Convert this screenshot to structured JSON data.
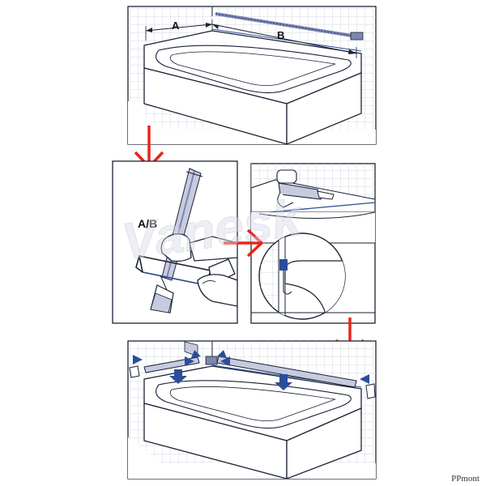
{
  "step1": {
    "label_a": "A",
    "label_b": "B"
  },
  "step2": {
    "label_ab": "A/B"
  },
  "watermark": "Vanesk",
  "footer": "PPmont",
  "colors": {
    "line": "#1b2233",
    "tile": "#c9ced8",
    "arrow_red": "#e8241c",
    "arrow_blue": "#2b4e9b",
    "profile": "#c7cbe0",
    "profile_dark": "#7d86ad",
    "skin": "#ffffff"
  },
  "icons": [
    "red-arrow-down-icon",
    "red-arrow-right-icon",
    "blue-arrow-icon",
    "hacksaw-icon",
    "sealant-gun-icon",
    "hand-icon"
  ]
}
